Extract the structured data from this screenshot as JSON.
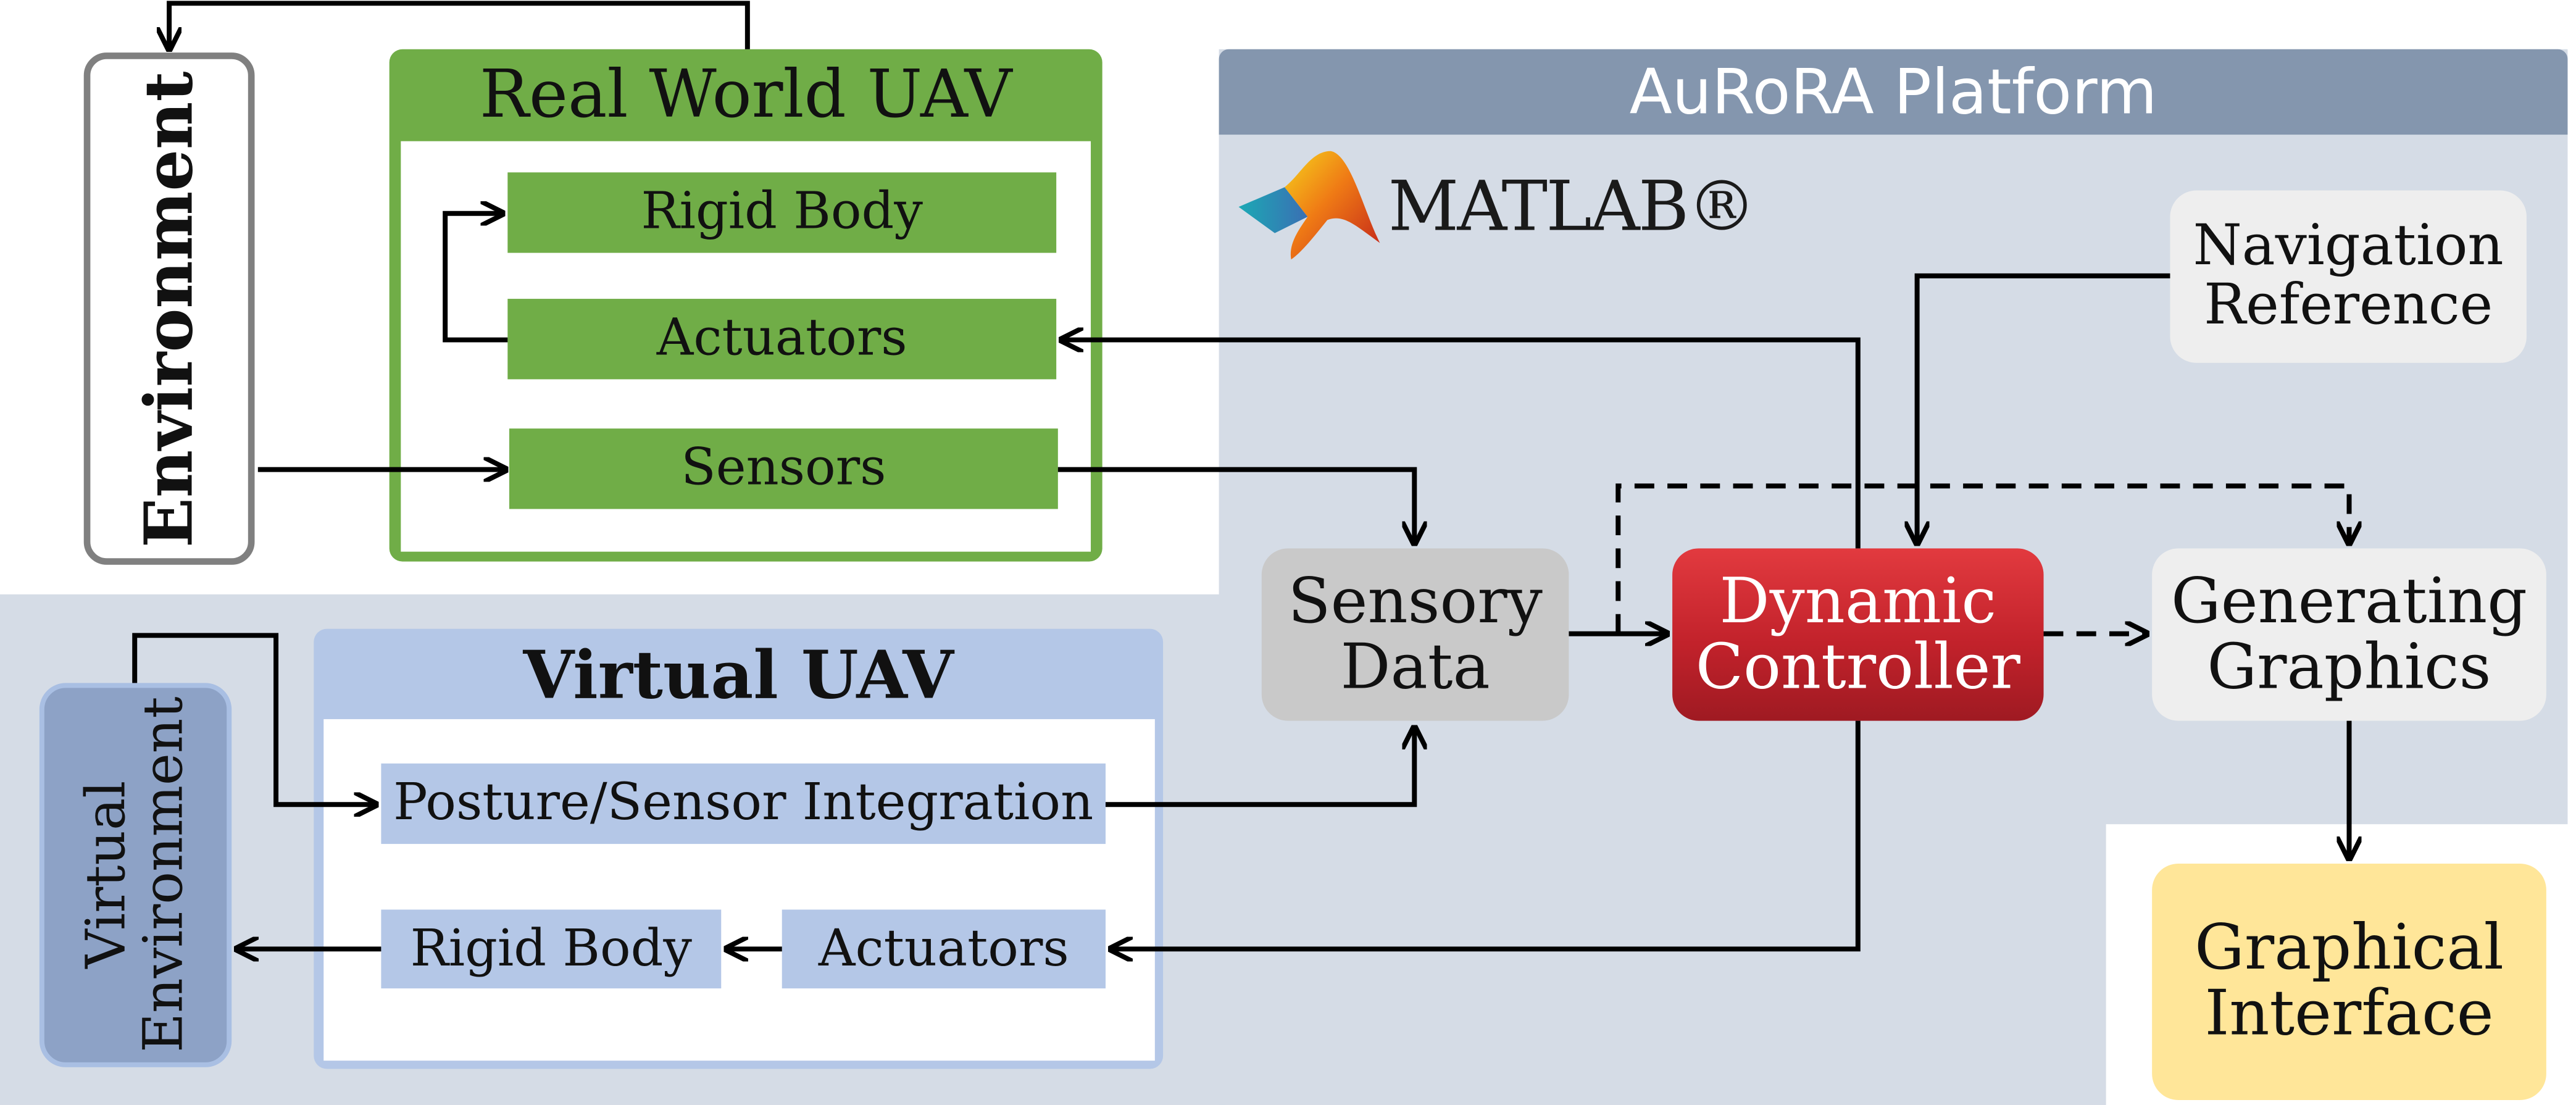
{
  "platform": {
    "title": "AuRoRA Platform",
    "software": "MATLAB®"
  },
  "real_uav": {
    "title": "Real World UAV",
    "blocks": [
      "Rigid Body",
      "Actuators",
      "Sensors"
    ]
  },
  "virtual_uav": {
    "title": "Virtual UAV",
    "blocks": [
      "Posture/Sensor Integration",
      "Rigid Body",
      "Actuators"
    ]
  },
  "nodes": {
    "environment": "Environment",
    "virtual_environment": [
      "Virtual",
      "Environment"
    ],
    "navigation_reference": [
      "Navigation",
      "Reference"
    ],
    "sensory_data": [
      "Sensory",
      "Data"
    ],
    "dynamic_controller": [
      "Dynamic",
      "Controller"
    ],
    "generating_graphics": [
      "Generating",
      "Graphics"
    ],
    "graphical_interface": [
      "Graphical",
      "Interface"
    ]
  },
  "colors": {
    "platform_header": "#8496ae",
    "platform_background": "#d5dce6",
    "real_uav": "#70ad47",
    "virtual_uav": "#b4c7e7",
    "virtual_environment": "#8da2c6",
    "controller": "#c2222b",
    "sensory_data": "#c9c9c9",
    "graphics": "#eeeeee",
    "graphical_interface": "#ffe699",
    "environment_border": "#808080"
  }
}
